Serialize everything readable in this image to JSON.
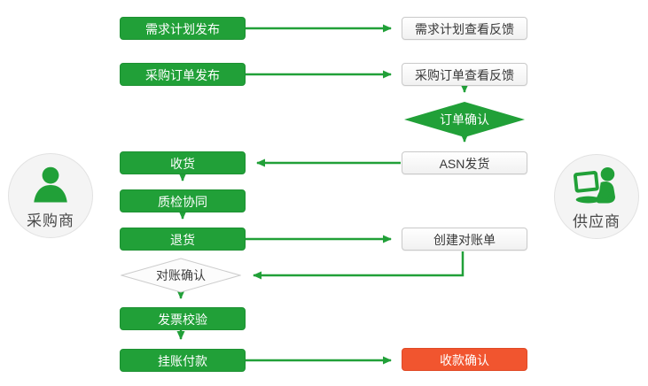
{
  "palette": {
    "green": "#21A038",
    "red": "#F1552F",
    "white_box_border": "#c9c9c9",
    "dark_text": "#383838"
  },
  "actors": {
    "buyer": {
      "label": "采购商",
      "icon": "person-bust-icon"
    },
    "supplier": {
      "label": "供应商",
      "icon": "person-laptop-icon"
    }
  },
  "nodes": {
    "demand_plan_publish": {
      "label": "需求计划发布",
      "style": "green-box"
    },
    "demand_plan_view_feedback": {
      "label": "需求计划查看反馈",
      "style": "white-box"
    },
    "purchase_order_publish": {
      "label": "采购订单发布",
      "style": "green-box"
    },
    "purchase_order_view_feedback": {
      "label": "采购订单查看反馈",
      "style": "white-box"
    },
    "order_confirm": {
      "label": "订单确认",
      "style": "green-diamond"
    },
    "asn_ship": {
      "label": "ASN发货",
      "style": "white-box"
    },
    "receive_goods": {
      "label": "收货",
      "style": "green-box"
    },
    "quality_inspection_collab": {
      "label": "质检协同",
      "style": "green-box"
    },
    "return_goods": {
      "label": "退货",
      "style": "green-box"
    },
    "create_statement": {
      "label": "创建对账单",
      "style": "white-box"
    },
    "reconciliation_confirm": {
      "label": "对账确认",
      "style": "white-diamond"
    },
    "invoice_verification": {
      "label": "发票校验",
      "style": "green-box"
    },
    "pending_payment": {
      "label": "挂账付款",
      "style": "green-box"
    },
    "receipt_confirm": {
      "label": "收款确认",
      "style": "red-box"
    }
  },
  "edges": [
    {
      "from": "demand_plan_publish",
      "to": "demand_plan_view_feedback"
    },
    {
      "from": "purchase_order_publish",
      "to": "purchase_order_view_feedback"
    },
    {
      "from": "purchase_order_view_feedback",
      "to": "order_confirm"
    },
    {
      "from": "order_confirm",
      "to": "asn_ship"
    },
    {
      "from": "asn_ship",
      "to": "receive_goods"
    },
    {
      "from": "receive_goods",
      "to": "quality_inspection_collab"
    },
    {
      "from": "quality_inspection_collab",
      "to": "return_goods"
    },
    {
      "from": "return_goods",
      "to": "create_statement"
    },
    {
      "from": "create_statement",
      "to": "reconciliation_confirm"
    },
    {
      "from": "reconciliation_confirm",
      "to": "invoice_verification"
    },
    {
      "from": "invoice_verification",
      "to": "pending_payment"
    },
    {
      "from": "pending_payment",
      "to": "receipt_confirm"
    }
  ]
}
